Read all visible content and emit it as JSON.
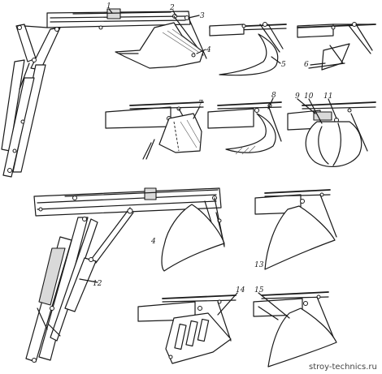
{
  "labels": {
    "l1": "1",
    "l2": "2",
    "l3": "3",
    "l4a": "4",
    "l5": "5",
    "l6": "6",
    "l7": "7",
    "l8": "8",
    "l9": "9",
    "l10": "10",
    "l11": "11",
    "l4b": "4",
    "l12": "12",
    "l13": "13",
    "l14": "14",
    "l15": "15"
  },
  "watermark": "stroy-technics.ru"
}
